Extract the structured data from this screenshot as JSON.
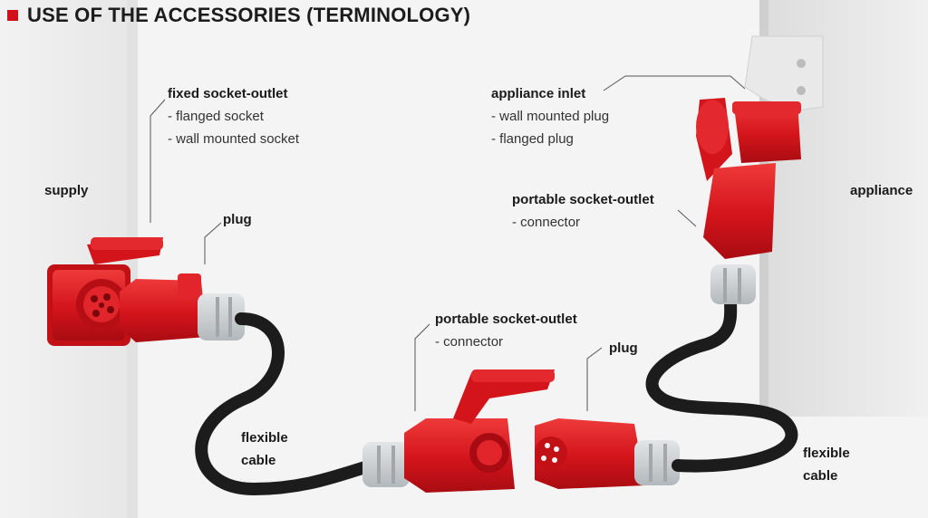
{
  "title": "USE OF THE ACCESSORIES (TERMINOLOGY)",
  "colors": {
    "accent": "#d0101b",
    "plug_red": "#d3141b",
    "cable": "#1c1c1c",
    "gland": "#c8cccf"
  },
  "labels": {
    "supply": "supply",
    "appliance": "appliance",
    "fixed_socket": {
      "heading": "fixed socket-outlet",
      "items": [
        "- flanged socket",
        "- wall mounted socket"
      ]
    },
    "appliance_inlet": {
      "heading": "appliance inlet",
      "items": [
        "- wall mounted plug",
        "- flanged plug"
      ]
    },
    "plug_left": "plug",
    "portable_right": {
      "heading": "portable socket-outlet",
      "items": [
        "- connector"
      ]
    },
    "portable_center": {
      "heading": "portable socket-outlet",
      "items": [
        "- connector"
      ]
    },
    "plug_center": "plug",
    "cable_left": {
      "line1": "flexible",
      "line2": "cable"
    },
    "cable_right": {
      "line1": "flexible",
      "line2": "cable"
    }
  }
}
